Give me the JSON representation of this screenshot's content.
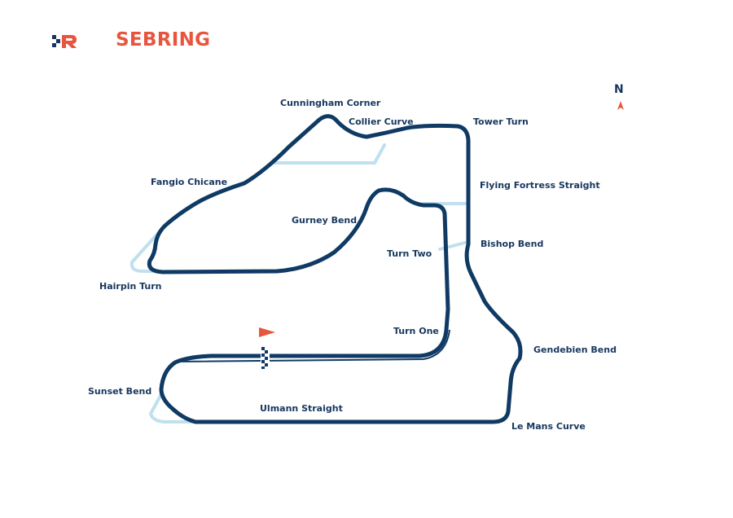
{
  "header": {
    "title": "SEBRING",
    "logo_letter": "R"
  },
  "compass": {
    "label": "N"
  },
  "colors": {
    "track": "#0f3a64",
    "alternate": "#bfe0ee",
    "accent": "#e8553f",
    "text": "#17375e"
  },
  "corners": [
    {
      "name": "Cunningham Corner"
    },
    {
      "name": "Collier Curve"
    },
    {
      "name": "Tower Turn"
    },
    {
      "name": "Fangio Chicane"
    },
    {
      "name": "Flying Fortress Straight"
    },
    {
      "name": "Gurney Bend"
    },
    {
      "name": "Bishop Bend"
    },
    {
      "name": "Turn Two"
    },
    {
      "name": "Hairpin Turn"
    },
    {
      "name": "Turn One"
    },
    {
      "name": "Gendebien Bend"
    },
    {
      "name": "Sunset Bend"
    },
    {
      "name": "Ulmann Straight"
    },
    {
      "name": "Le Mans Curve"
    }
  ]
}
